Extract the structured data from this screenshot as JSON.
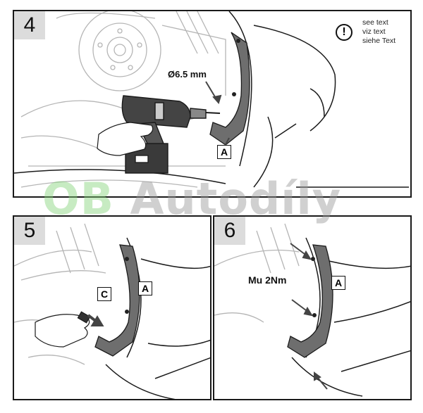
{
  "steps": [
    {
      "number": "4",
      "dimension_label": "Ø6.5 mm",
      "part_label": "A",
      "note": {
        "icon": "exclamation-circle-icon",
        "glyph": "!",
        "lines": [
          "see text",
          "viz text",
          "siehe Text"
        ]
      }
    },
    {
      "number": "5",
      "part_labels": [
        "C",
        "A"
      ]
    },
    {
      "number": "6",
      "torque_label": "Mu 2Nm",
      "part_label": "A"
    }
  ],
  "watermark": {
    "first": "OB",
    "rest": " Autodíly",
    "colors": {
      "first": "#82d278",
      "rest": "#969696"
    }
  },
  "colors": {
    "line": "#1a1a1a",
    "sketch": "#b5b5b5",
    "flap": "#6e6e6e",
    "step_bg": "#dcdcdc"
  }
}
